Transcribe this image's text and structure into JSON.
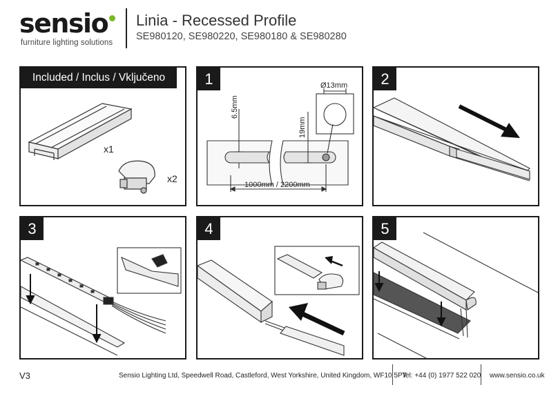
{
  "header": {
    "brand": "sensio",
    "tagline": "furniture lighting solutions",
    "title": "Linia - Recessed Profile",
    "subtitle": "SE980120, SE980220, SE980180 & SE980280",
    "accent_color": "#7ab829"
  },
  "included": {
    "heading": "Included / Inclus / Vključeno",
    "profile_qty": "x1",
    "endcap_qty": "x2"
  },
  "steps": [
    {
      "number": "1",
      "dim_width": "6.5mm",
      "dim_depth": "19mm",
      "dim_hole": "Ø13mm",
      "dim_length": "1000mm / 2200mm"
    },
    {
      "number": "2"
    },
    {
      "number": "3"
    },
    {
      "number": "4"
    },
    {
      "number": "5"
    }
  ],
  "footer": {
    "version": "V3",
    "address": "Sensio Lighting Ltd, Speedwell Road, Castleford, West Yorkshire, United Kingdom, WF10 5PY",
    "phone": "Tel: +44 (0) 1977 522 020",
    "website": "www.sensio.co.uk"
  }
}
